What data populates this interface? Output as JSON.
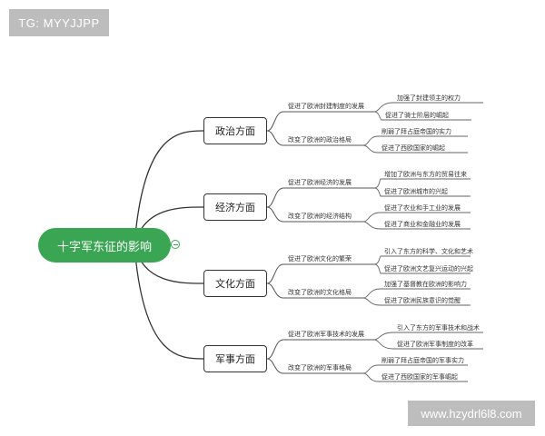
{
  "watermark_top": "TG: MYYJJPP",
  "watermark_bottom": "www.hzydrl6l8.com",
  "root": "十字军东征的影响",
  "categories": [
    {
      "label": "政治方面",
      "subs": [
        {
          "label": "促进了欧洲封建制度的发展",
          "leaves": [
            "加强了封建领主的权力",
            "促进了骑士阶层的崛起"
          ]
        },
        {
          "label": "改变了欧洲的政治格局",
          "leaves": [
            "削弱了拜占庭帝国的实力",
            "促进了西欧国家的崛起"
          ]
        }
      ]
    },
    {
      "label": "经济方面",
      "subs": [
        {
          "label": "促进了欧洲经济的发展",
          "leaves": [
            "增加了欧洲与东方的贸易往来",
            "促进了欧洲城市的兴起"
          ]
        },
        {
          "label": "改变了欧洲的经济结构",
          "leaves": [
            "促进了农业和手工业的发展",
            "促进了商业和金融业的发展"
          ]
        }
      ]
    },
    {
      "label": "文化方面",
      "subs": [
        {
          "label": "促进了欧洲文化的繁荣",
          "leaves": [
            "引入了东方的科学、文化和艺术",
            "促进了欧洲文艺复兴运动的兴起"
          ]
        },
        {
          "label": "改变了欧洲的文化格局",
          "leaves": [
            "加强了基督教在欧洲的影响力",
            "促进了欧洲民族意识的觉醒"
          ]
        }
      ]
    },
    {
      "label": "军事方面",
      "subs": [
        {
          "label": "促进了欧洲军事技术的发展",
          "leaves": [
            "引入了东方的军事技术和战术",
            "促进了欧洲军事制度的改革"
          ]
        },
        {
          "label": "改变了欧洲的军事格局",
          "leaves": [
            "削弱了拜占庭帝国的军事实力",
            "促进了西欧国家的军事崛起"
          ]
        }
      ]
    }
  ]
}
